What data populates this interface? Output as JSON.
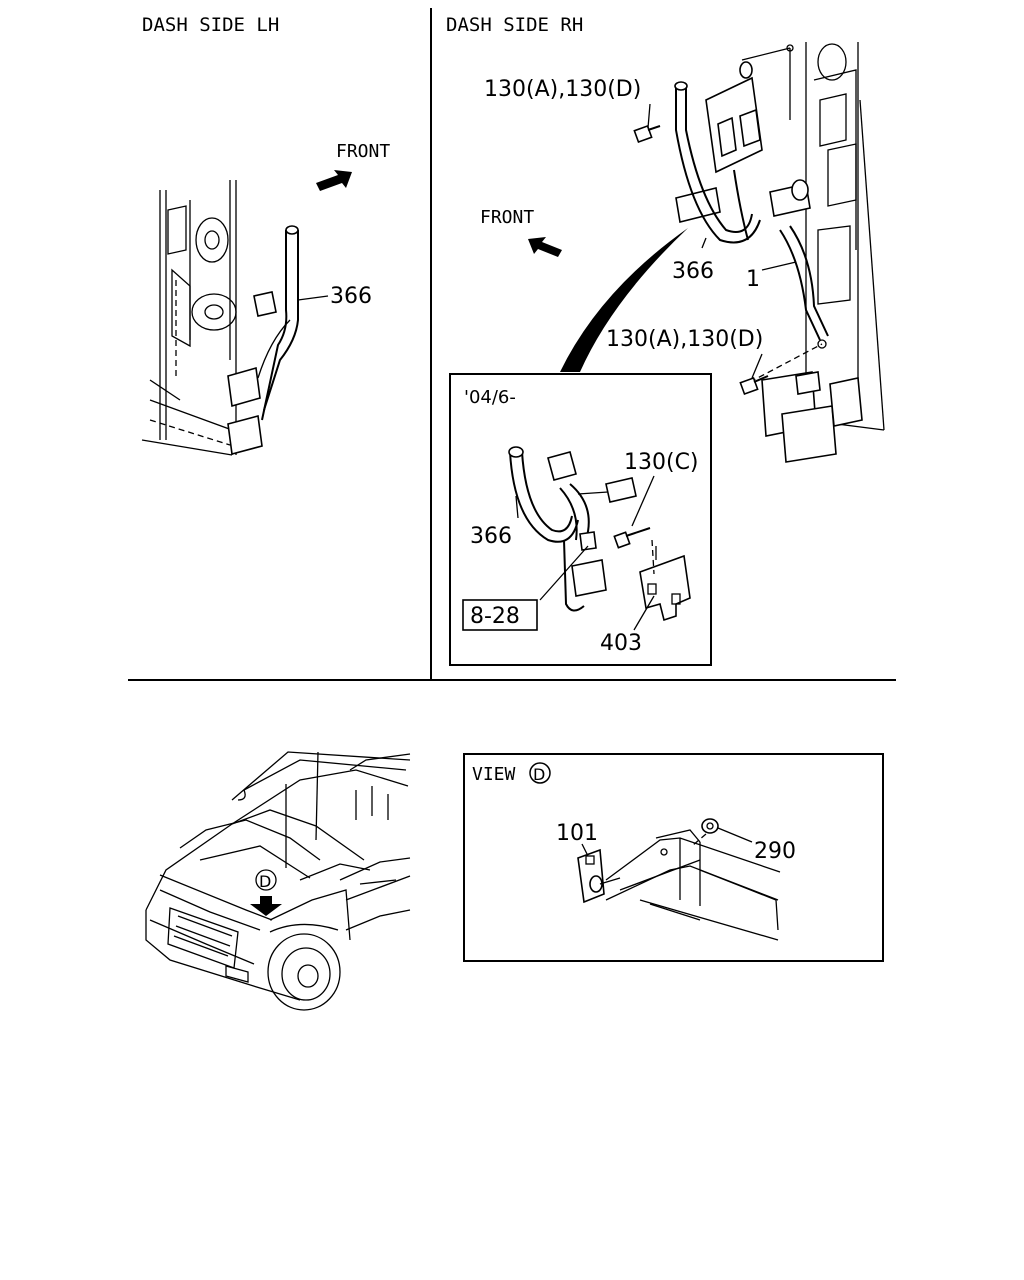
{
  "panels": {
    "dash_lh": {
      "title": "DASH SIDE LH",
      "front_label": "FRONT",
      "callouts": [
        "366"
      ]
    },
    "dash_rh": {
      "title": "DASH SIDE RH",
      "front_label": "FRONT",
      "callouts": [
        "130(A),130(D)",
        "366",
        "1",
        "130(A),130(D)"
      ]
    },
    "inset_04_6": {
      "title": "'04/6-",
      "callouts": [
        "130(C)",
        "366",
        "8-28",
        "403"
      ]
    },
    "view_d": {
      "title": "VIEW",
      "view_marker": "D",
      "callouts": [
        "101",
        "290"
      ]
    },
    "vehicle": {
      "view_marker": "D"
    }
  }
}
